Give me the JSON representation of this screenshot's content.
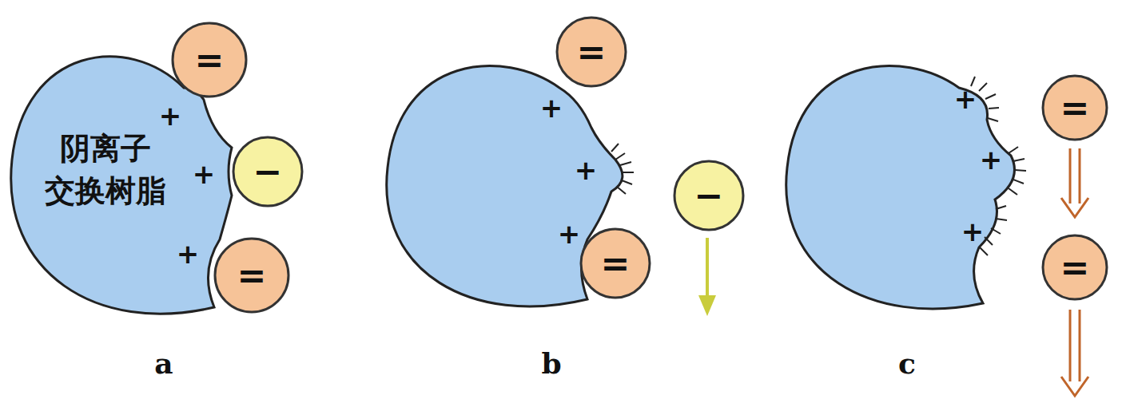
{
  "diagram": {
    "nodes": [
      {
        "text": [
          "阴离子 交换树脂"
        ]
      },
      {
        "text": [
          "="
        ]
      },
      {
        "text": [
          "−"
        ]
      },
      {
        "text": [
          "="
        ]
      },
      {
        "text": [
          "="
        ]
      },
      {
        "text": [
          "="
        ]
      },
      {
        "text": [
          "−"
        ]
      },
      {
        "text": [
          "="
        ]
      },
      {
        "text": [
          "="
        ]
      }
    ],
    "labels": [
      "+",
      "+",
      "+",
      "a",
      "+",
      "+",
      "+",
      "b",
      "+",
      "+",
      "+",
      "c"
    ]
  }
}
